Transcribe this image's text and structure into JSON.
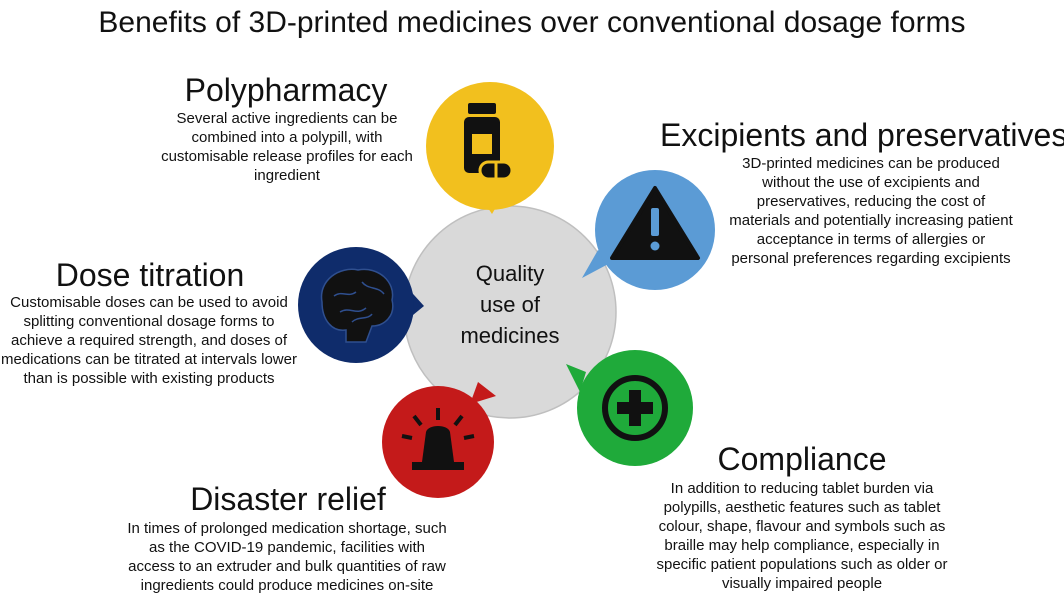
{
  "title": "Benefits of 3D-printed medicines over conventional dosage forms",
  "center": {
    "lines": [
      "Quality",
      "use of",
      "medicines"
    ]
  },
  "benefits": [
    {
      "heading": "Polypharmacy",
      "text": "Several active ingredients can be combined into a polypill, with customisable release profiles for each ingredient",
      "icon": "pill-bottle-icon",
      "color": "#F2C01E"
    },
    {
      "heading": "Excipients and preservatives",
      "text": "3D-printed medicines can be produced without the use of excipients and preservatives, reducing the cost of materials and potentially increasing patient acceptance in terms of allergies or personal preferences regarding excipients",
      "icon": "warning-triangle-icon",
      "color": "#5B9BD5"
    },
    {
      "heading": "Dose titration",
      "text": "Customisable doses can be used to avoid splitting conventional dosage forms to achieve a required strength, and doses of medications can be titrated at intervals lower than is possible with existing products",
      "icon": "brain-icon",
      "color": "#0F2C6B"
    },
    {
      "heading": "Compliance",
      "text": "In addition to reducing tablet burden via polypills, aesthetic features such as tablet colour, shape, flavour and symbols such as braille may help compliance, especially in specific patient populations such as older or visually impaired people",
      "icon": "plus-circle-icon",
      "color": "#1FAA3A"
    },
    {
      "heading": "Disaster relief",
      "text": "In times of prolonged medication shortage, such as the COVID-19 pandemic, facilities with access to an extruder and bulk quantities of raw ingredients could produce medicines on-site",
      "icon": "alarm-light-icon",
      "color": "#C41A1A"
    }
  ]
}
